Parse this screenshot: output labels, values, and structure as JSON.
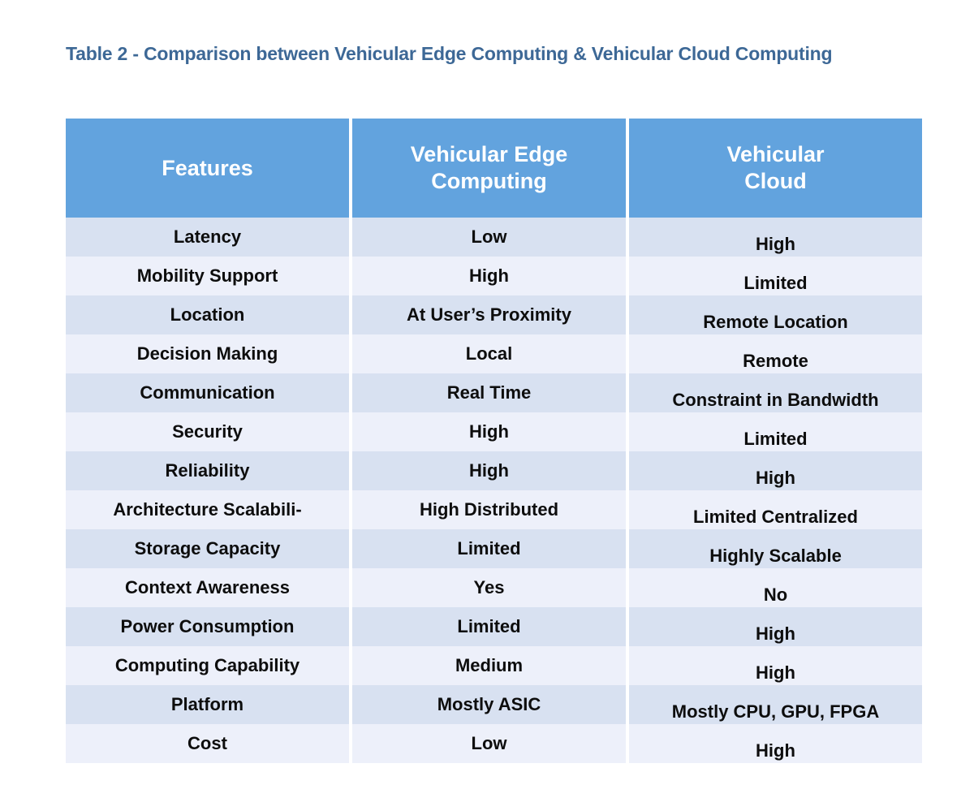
{
  "document": {
    "caption": "Table 2 - Comparison between Vehicular Edge Computing & Vehicular Cloud Computing",
    "caption_color": "#3d6896",
    "background_color": "#ffffff"
  },
  "table": {
    "header_background": "#62a3de",
    "header_text_color": "#ffffff",
    "row_band_dark": "#d8e1f1",
    "row_band_light": "#edf0fa",
    "columns": [
      {
        "key": "features",
        "lines": [
          "Features"
        ]
      },
      {
        "key": "vehicular_edge_computing",
        "lines": [
          "Vehicular Edge",
          "Computing"
        ]
      },
      {
        "key": "vehicular_cloud",
        "lines": [
          "Vehicular",
          "Cloud"
        ]
      }
    ],
    "rows": [
      {
        "feature": "Latency",
        "edge": "Low",
        "cloud": "High"
      },
      {
        "feature": "Mobility Support",
        "edge": "High",
        "cloud": "Limited"
      },
      {
        "feature": "Location",
        "edge": "At User’s Proximity",
        "cloud": "Remote Location"
      },
      {
        "feature": "Decision Making",
        "edge": "Local",
        "cloud": "Remote"
      },
      {
        "feature": "Communication",
        "edge": "Real Time",
        "cloud": "Constraint in Bandwidth"
      },
      {
        "feature": "Security",
        "edge": "High",
        "cloud": "Limited"
      },
      {
        "feature": "Reliability",
        "edge": "High",
        "cloud": "High"
      },
      {
        "feature": "Architecture Scalabili-",
        "edge": "High Distributed",
        "cloud": "Limited Centralized"
      },
      {
        "feature": "Storage Capacity",
        "edge": "Limited",
        "cloud": "Highly Scalable"
      },
      {
        "feature": "Context Awareness",
        "edge": "Yes",
        "cloud": "No"
      },
      {
        "feature": "Power Consumption",
        "edge": "Limited",
        "cloud": "High"
      },
      {
        "feature": "Computing Capability",
        "edge": "Medium",
        "cloud": "High"
      },
      {
        "feature": "Platform",
        "edge": "Mostly ASIC",
        "cloud": "Mostly CPU, GPU, FPGA"
      },
      {
        "feature": "Cost",
        "edge": "Low",
        "cloud": "High"
      }
    ]
  }
}
